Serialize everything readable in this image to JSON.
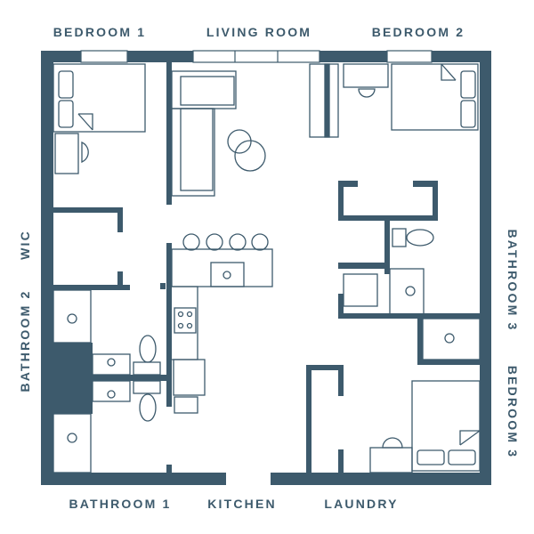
{
  "colors": {
    "wall": "#3d5a6c",
    "fixture": "#3d5a6c",
    "background": "#ffffff"
  },
  "labels": {
    "bedroom1": "BEDROOM 1",
    "living_room": "LIVING ROOM",
    "bedroom2": "BEDROOM 2",
    "wic": "WIC",
    "bathroom2": "BATHROOM 2",
    "bathroom3": "BATHROOM 3",
    "bedroom3": "BEDROOM 3",
    "bathroom1": "BATHROOM 1",
    "kitchen": "KITCHEN",
    "laundry": "LAUNDRY"
  }
}
